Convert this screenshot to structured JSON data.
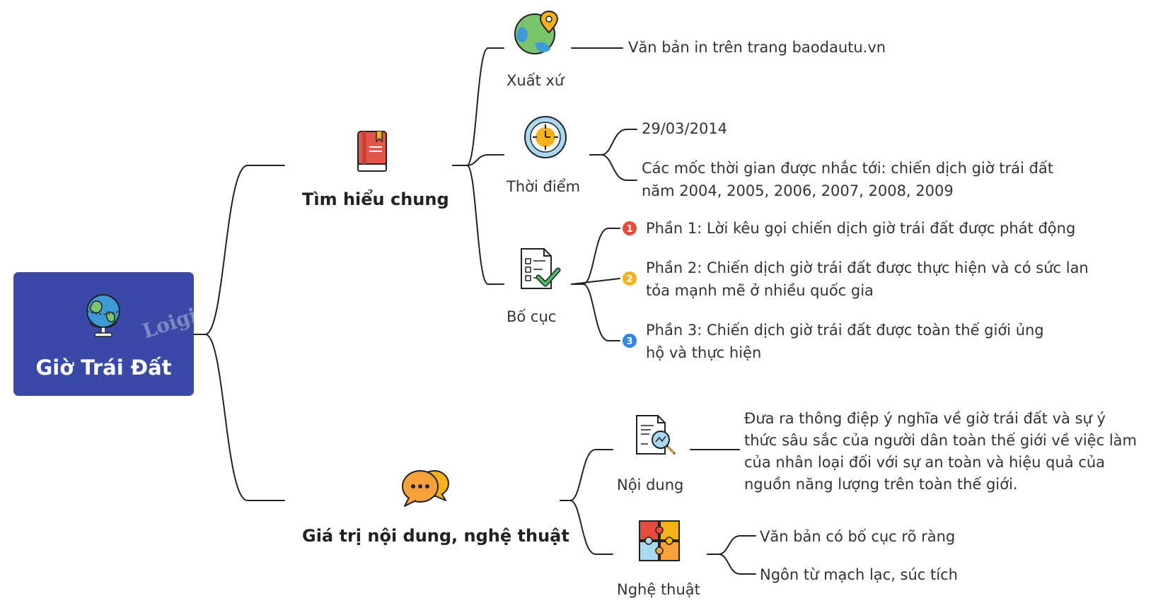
{
  "root": {
    "label": "Giờ Trái Đất",
    "watermark": "Loigia"
  },
  "branches": {
    "tim_hieu_chung": {
      "label": "Tìm hiểu chung",
      "xuat_xu": {
        "label": "Xuất xứ",
        "detail": "Văn bản in trên trang baodautu.vn"
      },
      "thoi_diem": {
        "label": "Thời điểm",
        "date": "29/03/2014",
        "milestones_line1": "Các mốc thời gian được nhắc tới: chiến dịch giờ trái đất",
        "milestones_line2": "năm 2004, 2005, 2006, 2007, 2008, 2009"
      },
      "bo_cuc": {
        "label": "Bố cục",
        "parts": [
          {
            "num": "1",
            "line1": "Phần 1: Lời kêu gọi chiến dịch giờ trái đất được phát động",
            "line2": ""
          },
          {
            "num": "2",
            "line1": "Phần 2: Chiến dịch giờ trái đất được thực hiện và có sức lan",
            "line2": "tỏa mạnh mẽ ở nhiều quốc gia"
          },
          {
            "num": "3",
            "line1": "Phần 3: Chiến dịch giờ trái đất được toàn thế giới ủng",
            "line2": "hộ và thực hiện"
          }
        ]
      }
    },
    "gia_tri": {
      "label": "Giá trị nội dung, nghệ thuật",
      "noi_dung": {
        "label": "Nội dung",
        "lines": [
          "Đưa ra thông điệp ý nghĩa về giờ trái đất và sự ý",
          "thức sâu sắc của người dân toàn thế giới về việc làm",
          "của nhân loại đối với sự an toàn và hiệu quả của",
          "nguồn năng lượng trên toàn thế giới."
        ]
      },
      "nghe_thuat": {
        "label": "Nghệ thuật",
        "items": [
          "Văn bản có bố cục rõ ràng",
          "Ngôn từ mạch lạc, súc tích"
        ]
      }
    }
  },
  "colors": {
    "root_bg": "#3a49a7",
    "line": "#222222",
    "badge1": "#e84a3c",
    "badge2": "#f5b21b",
    "badge3": "#2f86e6"
  }
}
